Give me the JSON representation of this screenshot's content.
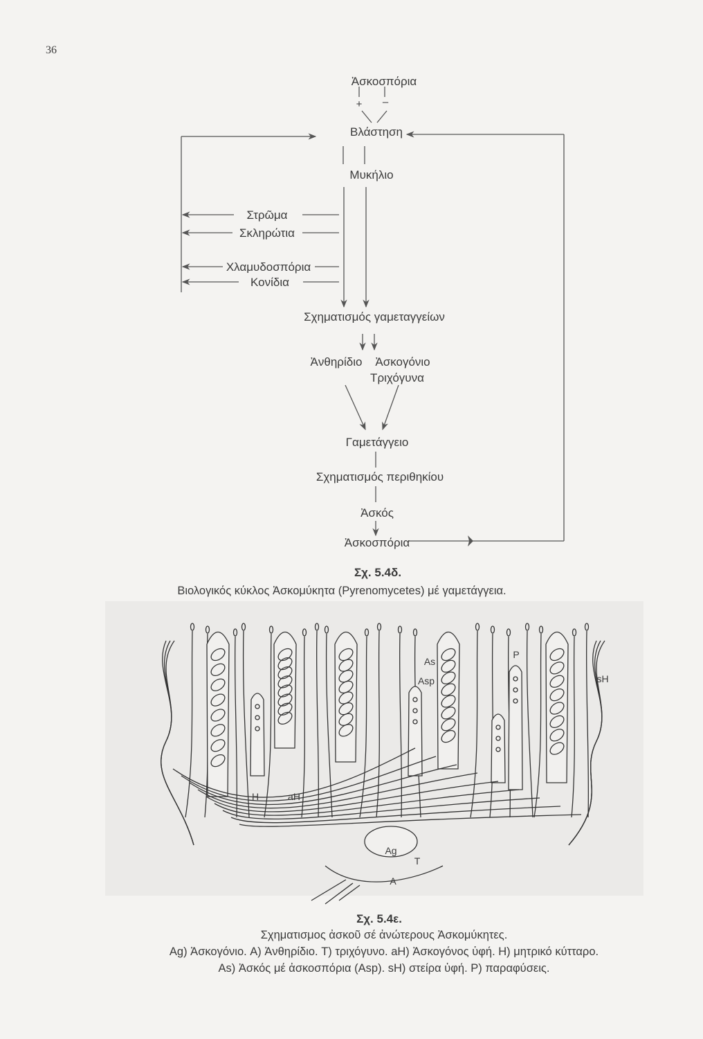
{
  "page_number": "36",
  "cycle_diagram": {
    "top_spores": "Ἀσκοσπόρια",
    "plus": "+",
    "minus": "–",
    "germination": "Βλάστηση",
    "mycelium": "Μυκήλιο",
    "side_structures": [
      "Στρῶμα",
      "Σκληρώτια",
      "Χλαμυδοσπόρια",
      "Κονίδια"
    ],
    "gametangia_formation": "Σχηματισμός γαμεταγγείων",
    "antheridium": "Ἀνθηρίδιο",
    "ascogonium": "Ἀσκογόνιο",
    "trichogyne": "Τριχόγυνα",
    "gametangium": "Γαμετάγγειο",
    "perithecium_formation": "Σχηματισμός περιθηκίου",
    "ascus": "Ἀσκός",
    "bottom_spores": "Ἀσκοσπόρια"
  },
  "figure_1": {
    "label": "Σχ. 5.4δ.",
    "caption": "Βιολογικός κύκλος Ἀσκομύκητα (Pyrenomycetes) μέ γαμετάγγεια."
  },
  "illustration_labels": {
    "As": "As",
    "Asp": "Asp",
    "P": "P",
    "sH": "sH",
    "H": "H",
    "aH": "aH",
    "Ag": "Ag",
    "T": "T",
    "A": "A"
  },
  "figure_2": {
    "label": "Σχ. 5.4ε.",
    "caption_lines": [
      "Σχηματισμος ἀσκοῦ σέ ἀνώτερους Ἀσκομύκητες.",
      "Ag) Ἀσκογόνιο. A) Ἀνθηρίδιο. T) τριχόγυνο. aH) Ἀσκογόνος ὑφή. H) μητρικό κύτταρο.",
      "As) Ἀσκός μέ ἀσκοσπόρια (Asp). sH) στείρα ὑφή. P) παραφύσεις."
    ]
  }
}
